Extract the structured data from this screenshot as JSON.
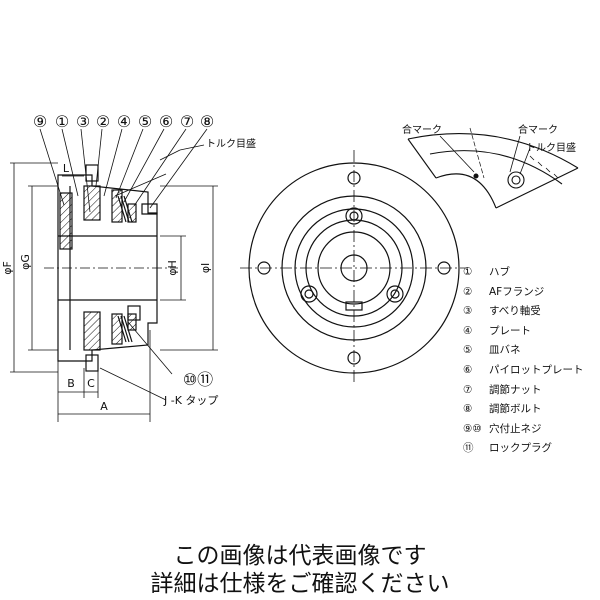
{
  "callouts": {
    "top": [
      "⑨",
      "①",
      "③",
      "②",
      "④",
      "⑤",
      "⑥",
      "⑦",
      "⑧"
    ],
    "lower": "⑩⑪"
  },
  "dimensions": {
    "L": "L",
    "phiF": "φF",
    "phiG": "φG",
    "phiH": "φH",
    "phiI": "φI",
    "B": "B",
    "C": "C",
    "A": "A",
    "tap": "J -K タップ"
  },
  "labels": {
    "torque_scale_side": "トルク目盛",
    "torque_scale_detail": "トルク目盛",
    "match_mark_left": "合マーク",
    "match_mark_right": "合マーク"
  },
  "parts": [
    {
      "no": "①",
      "name": "ハブ"
    },
    {
      "no": "②",
      "name": "AFフランジ"
    },
    {
      "no": "③",
      "name": "すべり軸受"
    },
    {
      "no": "④",
      "name": "プレート"
    },
    {
      "no": "⑤",
      "name": "皿バネ"
    },
    {
      "no": "⑥",
      "name": "パイロットプレート"
    },
    {
      "no": "⑦",
      "name": "調節ナット"
    },
    {
      "no": "⑧",
      "name": "調節ボルト"
    },
    {
      "no": "⑨⑩",
      "name": "穴付止ネジ"
    },
    {
      "no": "⑪",
      "name": "ロックプラグ"
    }
  ],
  "caption": {
    "line1": "この画像は代表画像です",
    "line2": "詳細は仕様をご確認ください"
  }
}
